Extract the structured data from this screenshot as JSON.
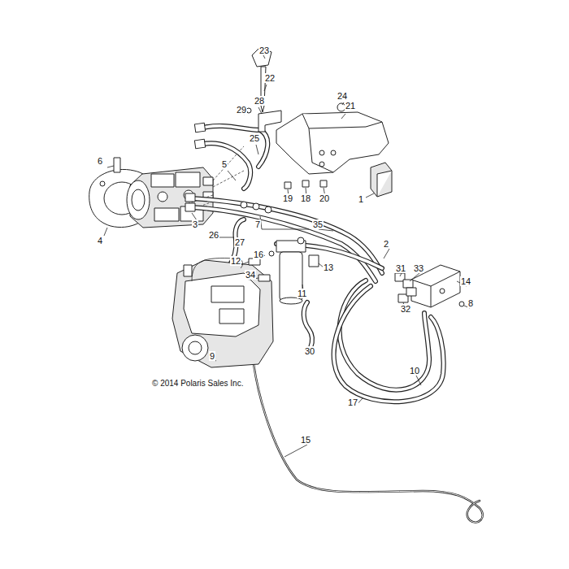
{
  "diagram": {
    "labels": [
      "23",
      "22",
      "24",
      "21",
      "28",
      "29",
      "25",
      "6",
      "5",
      "19",
      "18",
      "20",
      "1",
      "3",
      "7",
      "35",
      "26",
      "27",
      "4",
      "2",
      "16",
      "12",
      "13",
      "34",
      "31",
      "33",
      "14",
      "11",
      "8",
      "32",
      "30",
      "9",
      "10",
      "© 2014 Polaris Sales Inc.",
      "17",
      "15"
    ]
  }
}
